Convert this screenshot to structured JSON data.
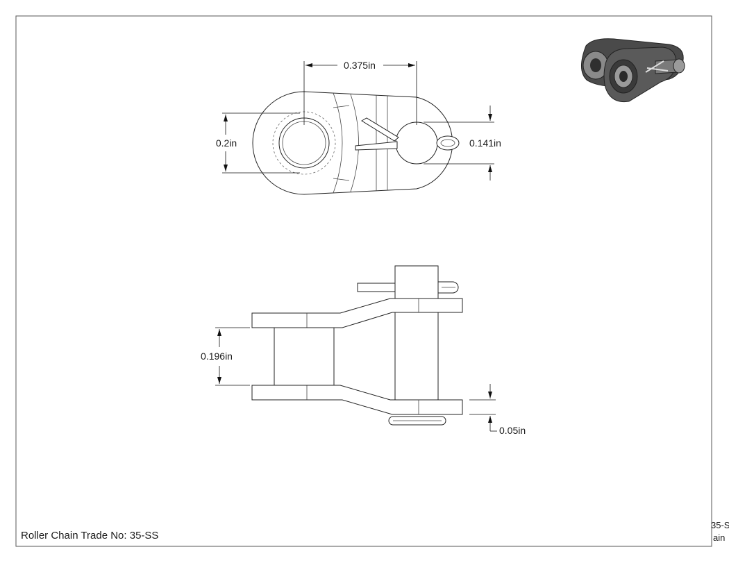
{
  "drawing": {
    "title_block": {
      "trade_label": "Roller Chain Trade No: 35-SS",
      "edge_text_line1": "35-S",
      "edge_text_line2": "ain"
    },
    "dimensions": {
      "pitch": "0.375in",
      "bushing_diameter": "0.2in",
      "pin_diameter": "0.141in",
      "inner_width": "0.196in",
      "plate_thickness": "0.05in"
    },
    "views": [
      "top-view",
      "front-view",
      "isometric-view"
    ],
    "colors": {
      "line": "#222222",
      "shade_dark": "#3a3a3a",
      "shade_mid": "#7a7a7a"
    }
  }
}
